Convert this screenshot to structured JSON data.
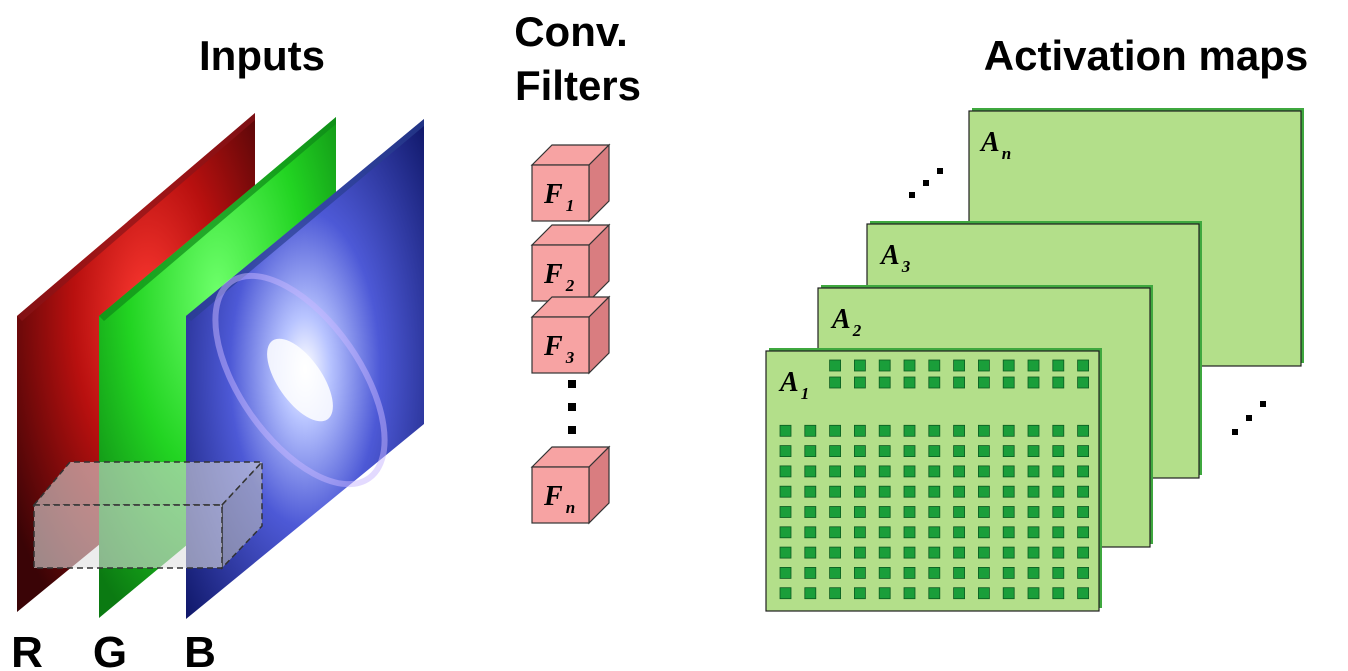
{
  "titles": {
    "inputs": "Inputs",
    "filters_line1": "Conv.",
    "filters_line2": "Filters",
    "activation": "Activation maps"
  },
  "channels": [
    {
      "label": "R",
      "color": "#c0141e"
    },
    {
      "label": "G",
      "color": "#16c21c"
    },
    {
      "label": "B",
      "color": "#3a46c8"
    }
  ],
  "filters": [
    {
      "letter": "F",
      "sub": "1"
    },
    {
      "letter": "F",
      "sub": "2"
    },
    {
      "letter": "F",
      "sub": "3"
    },
    {
      "letter": "F",
      "sub": "n"
    }
  ],
  "activation_maps": [
    {
      "letter": "A",
      "sub": "n"
    },
    {
      "letter": "A",
      "sub": "3"
    },
    {
      "letter": "A",
      "sub": "2"
    },
    {
      "letter": "A",
      "sub": "1"
    }
  ],
  "grid": {
    "rows": 10,
    "cols": 13
  },
  "colors": {
    "filter_front": "#f7a3a3",
    "filter_side": "#d97d80",
    "map_fill": "#b3df8a",
    "map_edge": "#3fa83f",
    "cell": "#1a9e3a"
  }
}
